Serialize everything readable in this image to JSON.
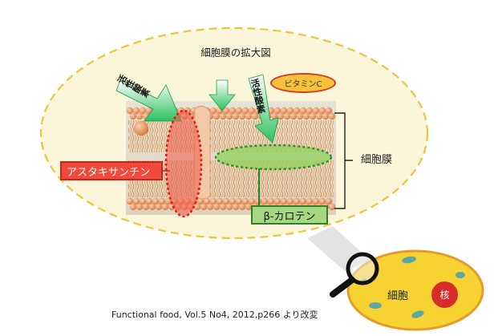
{
  "title": "細胞膜の拡大図",
  "vitamin_c": "ビタミンC",
  "ros_label_left": "活性酸素",
  "ros_label_right": "活性酸素",
  "astaxanthin": "アスタキサンチン",
  "beta_carotene": "β-カロテン",
  "cell_membrane": "細胞膜",
  "cell": "細胞",
  "nucleus": "核",
  "citation": "Functional food, Vol.5 No4, 2012,p266 より改変",
  "colors": {
    "ellipse_fill": "#fbf6d9",
    "ellipse_border": "#f0c43a",
    "astaxanthin": "#f04a3c",
    "carotene": "#7cc04e",
    "arrow_green": "#3fcf6a",
    "cell_fill": "#f7d233",
    "cell_border": "#e69a2a",
    "nucleus": "#d92b2b"
  }
}
